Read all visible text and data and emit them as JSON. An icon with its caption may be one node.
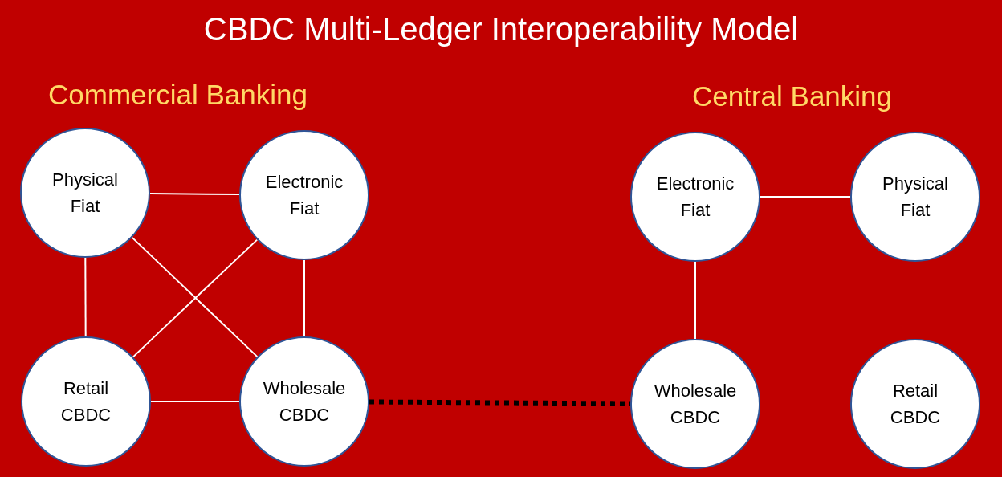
{
  "diagram": {
    "title": "CBDC Multi-Ledger Interoperability Model",
    "nodes": [
      {
        "text": [
          "Physical Fiat"
        ]
      },
      {
        "text": [
          "Electronic Fiat"
        ]
      },
      {
        "text": [
          "Retail CBDC"
        ]
      },
      {
        "text": [
          "Wholesale CBDC"
        ]
      },
      {
        "text": [
          "Electronic Fiat"
        ]
      },
      {
        "text": [
          "Physical Fiat"
        ]
      },
      {
        "text": [
          "Wholesale CBDC"
        ]
      },
      {
        "text": [
          "Retail CBDC"
        ]
      }
    ],
    "edges": [
      {
        "from": 0,
        "to": 1,
        "arrow": "none"
      },
      {
        "from": 0,
        "to": 2,
        "arrow": "none"
      },
      {
        "from": 0,
        "to": 3,
        "arrow": "none"
      },
      {
        "from": 1,
        "to": 2,
        "arrow": "none"
      },
      {
        "from": 1,
        "to": 3,
        "arrow": "none"
      },
      {
        "from": 2,
        "to": 3,
        "arrow": "none"
      },
      {
        "from": 3,
        "to": 6,
        "arrow": "none",
        "style": "dashed",
        "color": "#000000"
      },
      {
        "from": 4,
        "to": 5,
        "arrow": "none"
      },
      {
        "from": 4,
        "to": 6,
        "arrow": "none"
      }
    ],
    "labels": [
      "Commercial Banking",
      "Central Banking"
    ]
  }
}
